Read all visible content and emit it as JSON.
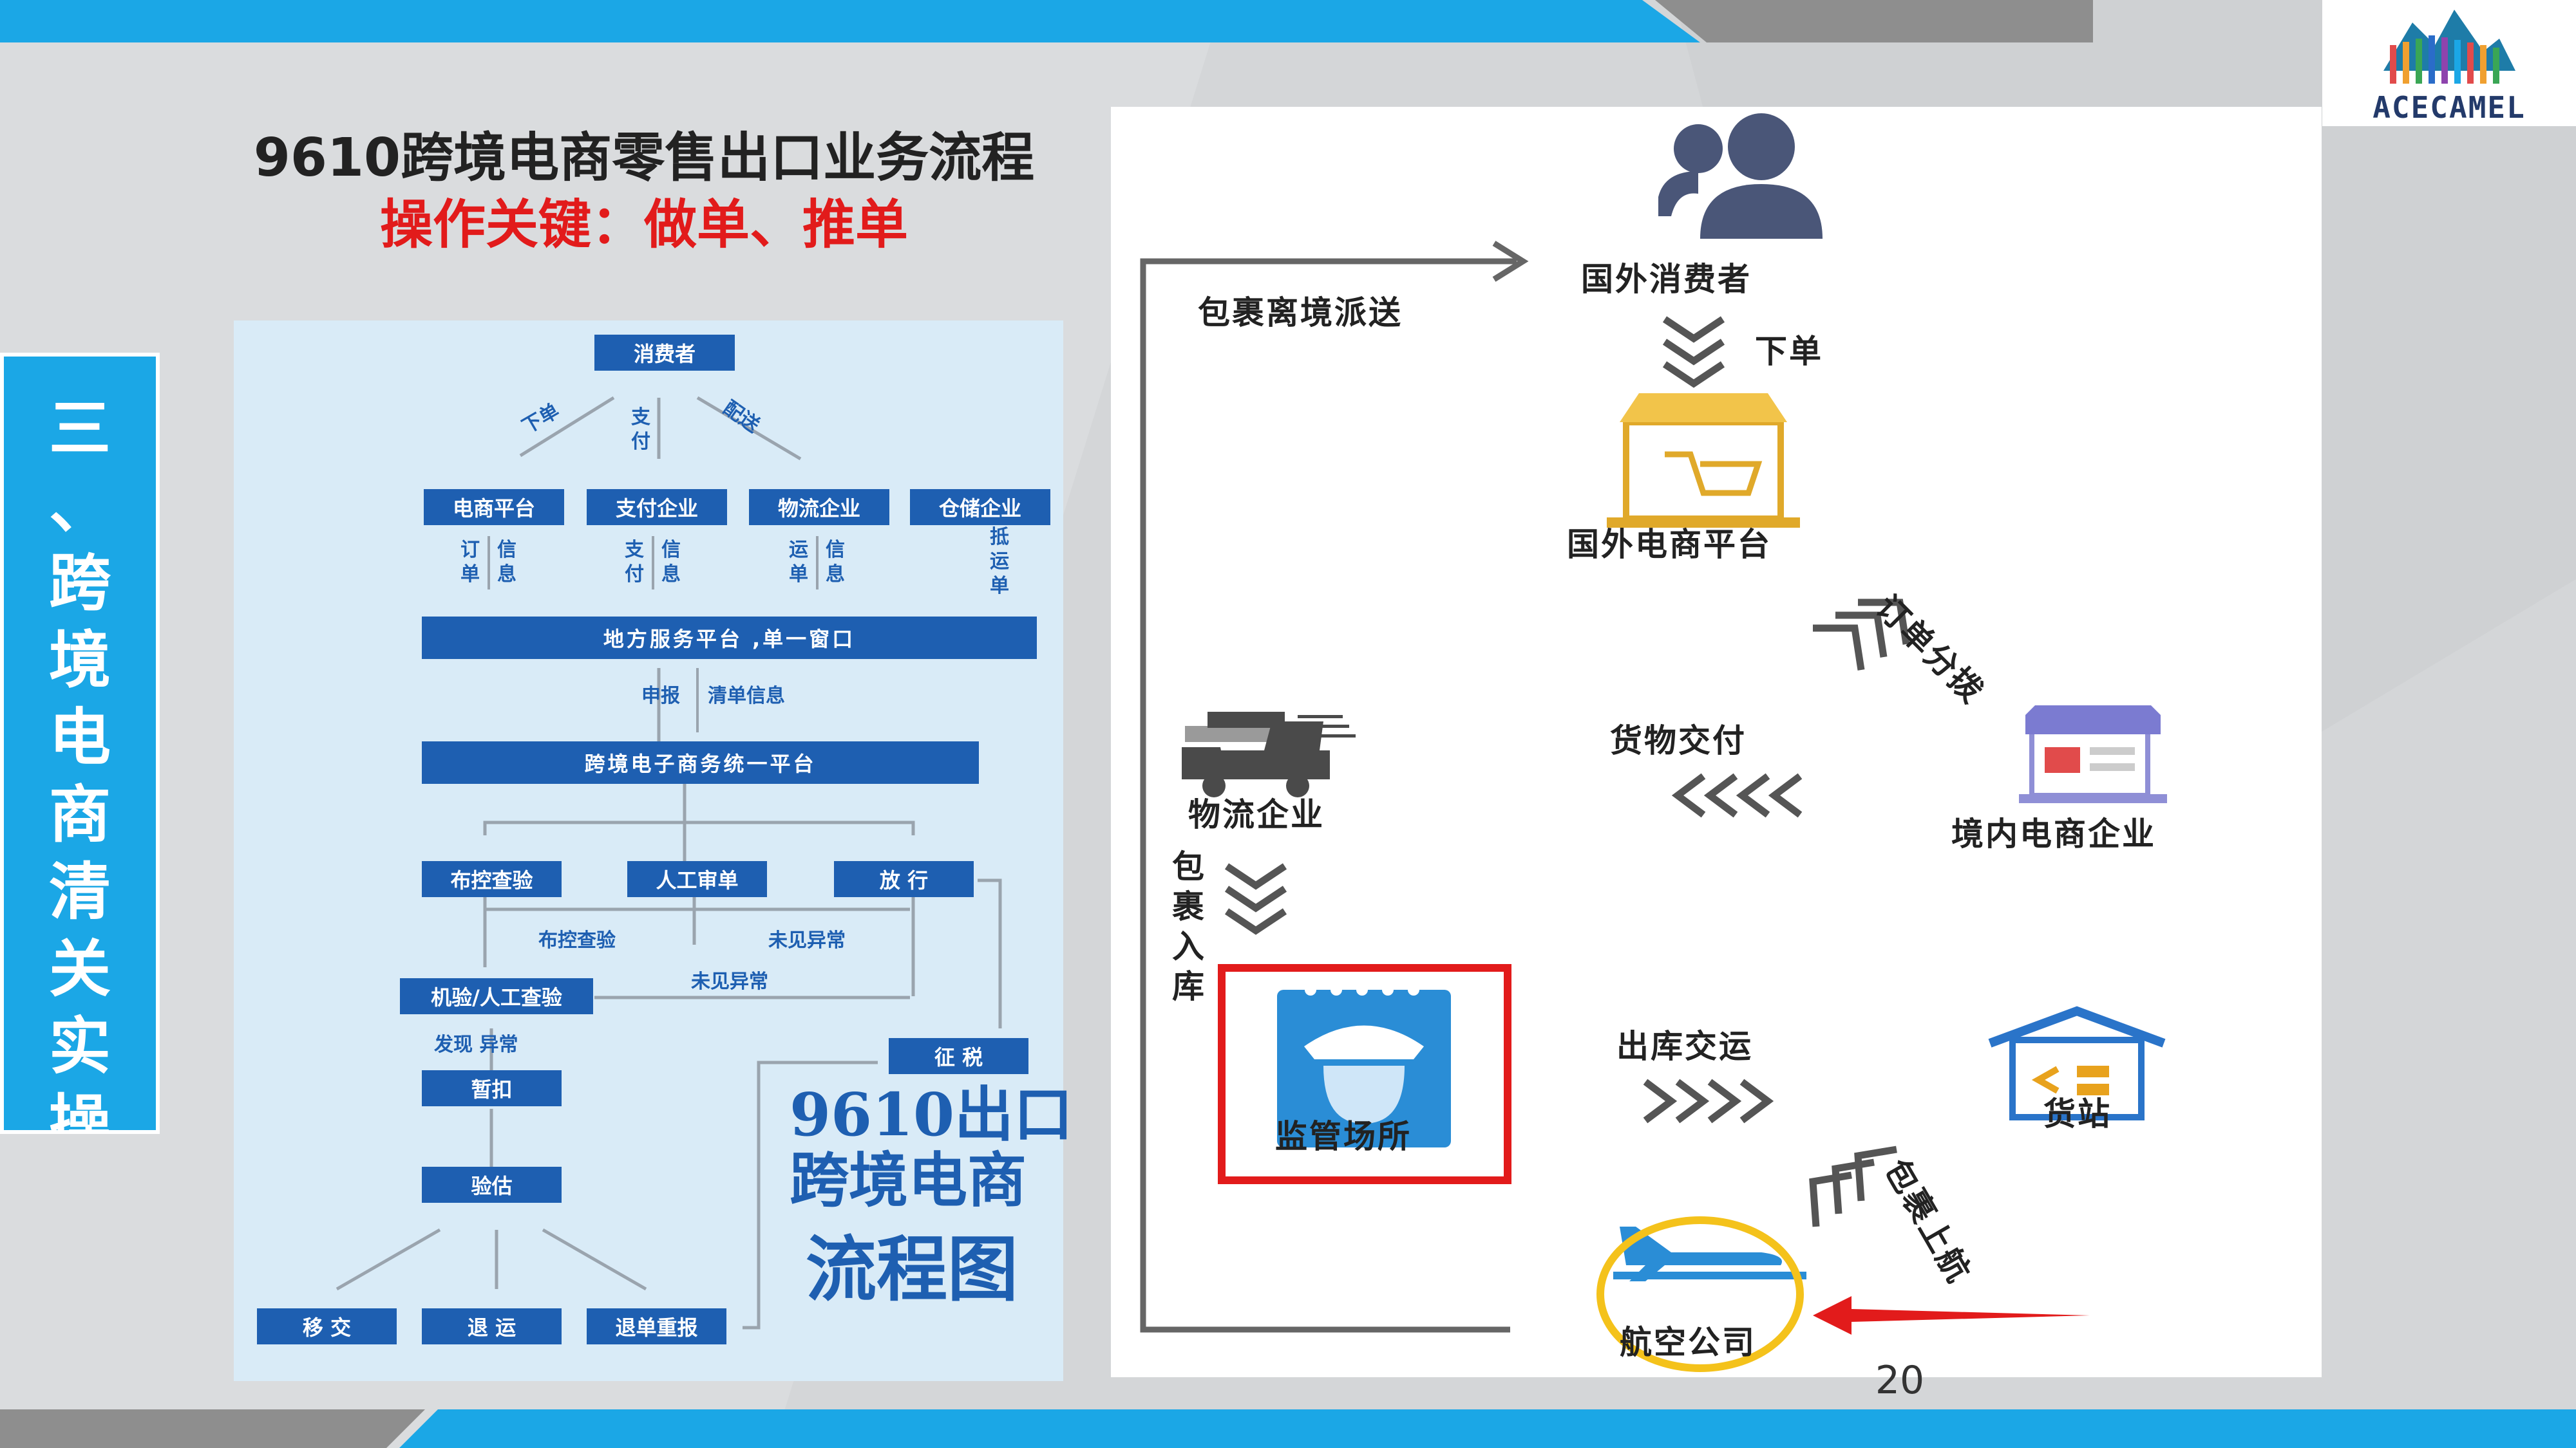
{
  "title": "9610跨境电商零售出口业务流程",
  "subtitle": "操作关键：做单、推单",
  "side_tab": "三\n、\n跨\n境\n电\n商\n清\n关\n实\n操",
  "logo_text": "ACECAMEL",
  "page_number": "20",
  "colors": {
    "accent_blue": "#1ba7e6",
    "flow_blue": "#1e5fb1",
    "highlight_red": "#e21b1b",
    "highlight_yellow": "#f4c21b"
  },
  "flowchart": {
    "consumer": "消费者",
    "arrow_order": "下单",
    "arrow_pay": "支\n付",
    "arrow_deliver": "配送",
    "ecommerce": "电商平台",
    "payment": "支付企业",
    "logistics": "物流企业",
    "warehouse": "仓储企业",
    "order_info_1a": "订\n单",
    "order_info_1b": "信\n息",
    "pay_info_a": "支\n付",
    "pay_info_b": "信\n息",
    "ship_info_a": "运\n单",
    "ship_info_b": "信\n息",
    "arrival_bill": "抵\n运\n单",
    "local_platform": "地方服务平台 ,单一窗口",
    "declare": "申报",
    "list_info": "清单信息",
    "unified_platform": "跨境电子商务统一平台",
    "control_inspect": "布控查验",
    "manual_review": "人工审单",
    "release": "放 行",
    "control_inspect_lbl": "布控查验",
    "no_abnormal_1": "未见异常",
    "machine_inspect": "机验/人工查验",
    "no_abnormal_2": "未见异常",
    "found_abnormal": "发现 异常",
    "tax": "征 税",
    "detain": "暂扣",
    "appraise": "验估",
    "transfer": "移 交",
    "return": "退 运",
    "redeclare": "退单重报",
    "big_line1": "9610出口",
    "big_line2": "跨境电商",
    "big_line3": "流程图"
  },
  "process": {
    "consumer": "国外消费者",
    "order": "下单",
    "foreign_platform": "国外电商平台",
    "order_split": "订单分拨",
    "goods_delivery": "货物交付",
    "domestic_enterprise": "境内电商企业",
    "logistics": "物流企业",
    "into_warehouse": "包\n裹\n入\n库",
    "supervision": "监管场所",
    "outbound_transport": "出库交运",
    "cargo_station": "货站",
    "boarding": "包裹上航",
    "airline": "航空公司",
    "overseas_delivery": "包裹离境派送"
  }
}
